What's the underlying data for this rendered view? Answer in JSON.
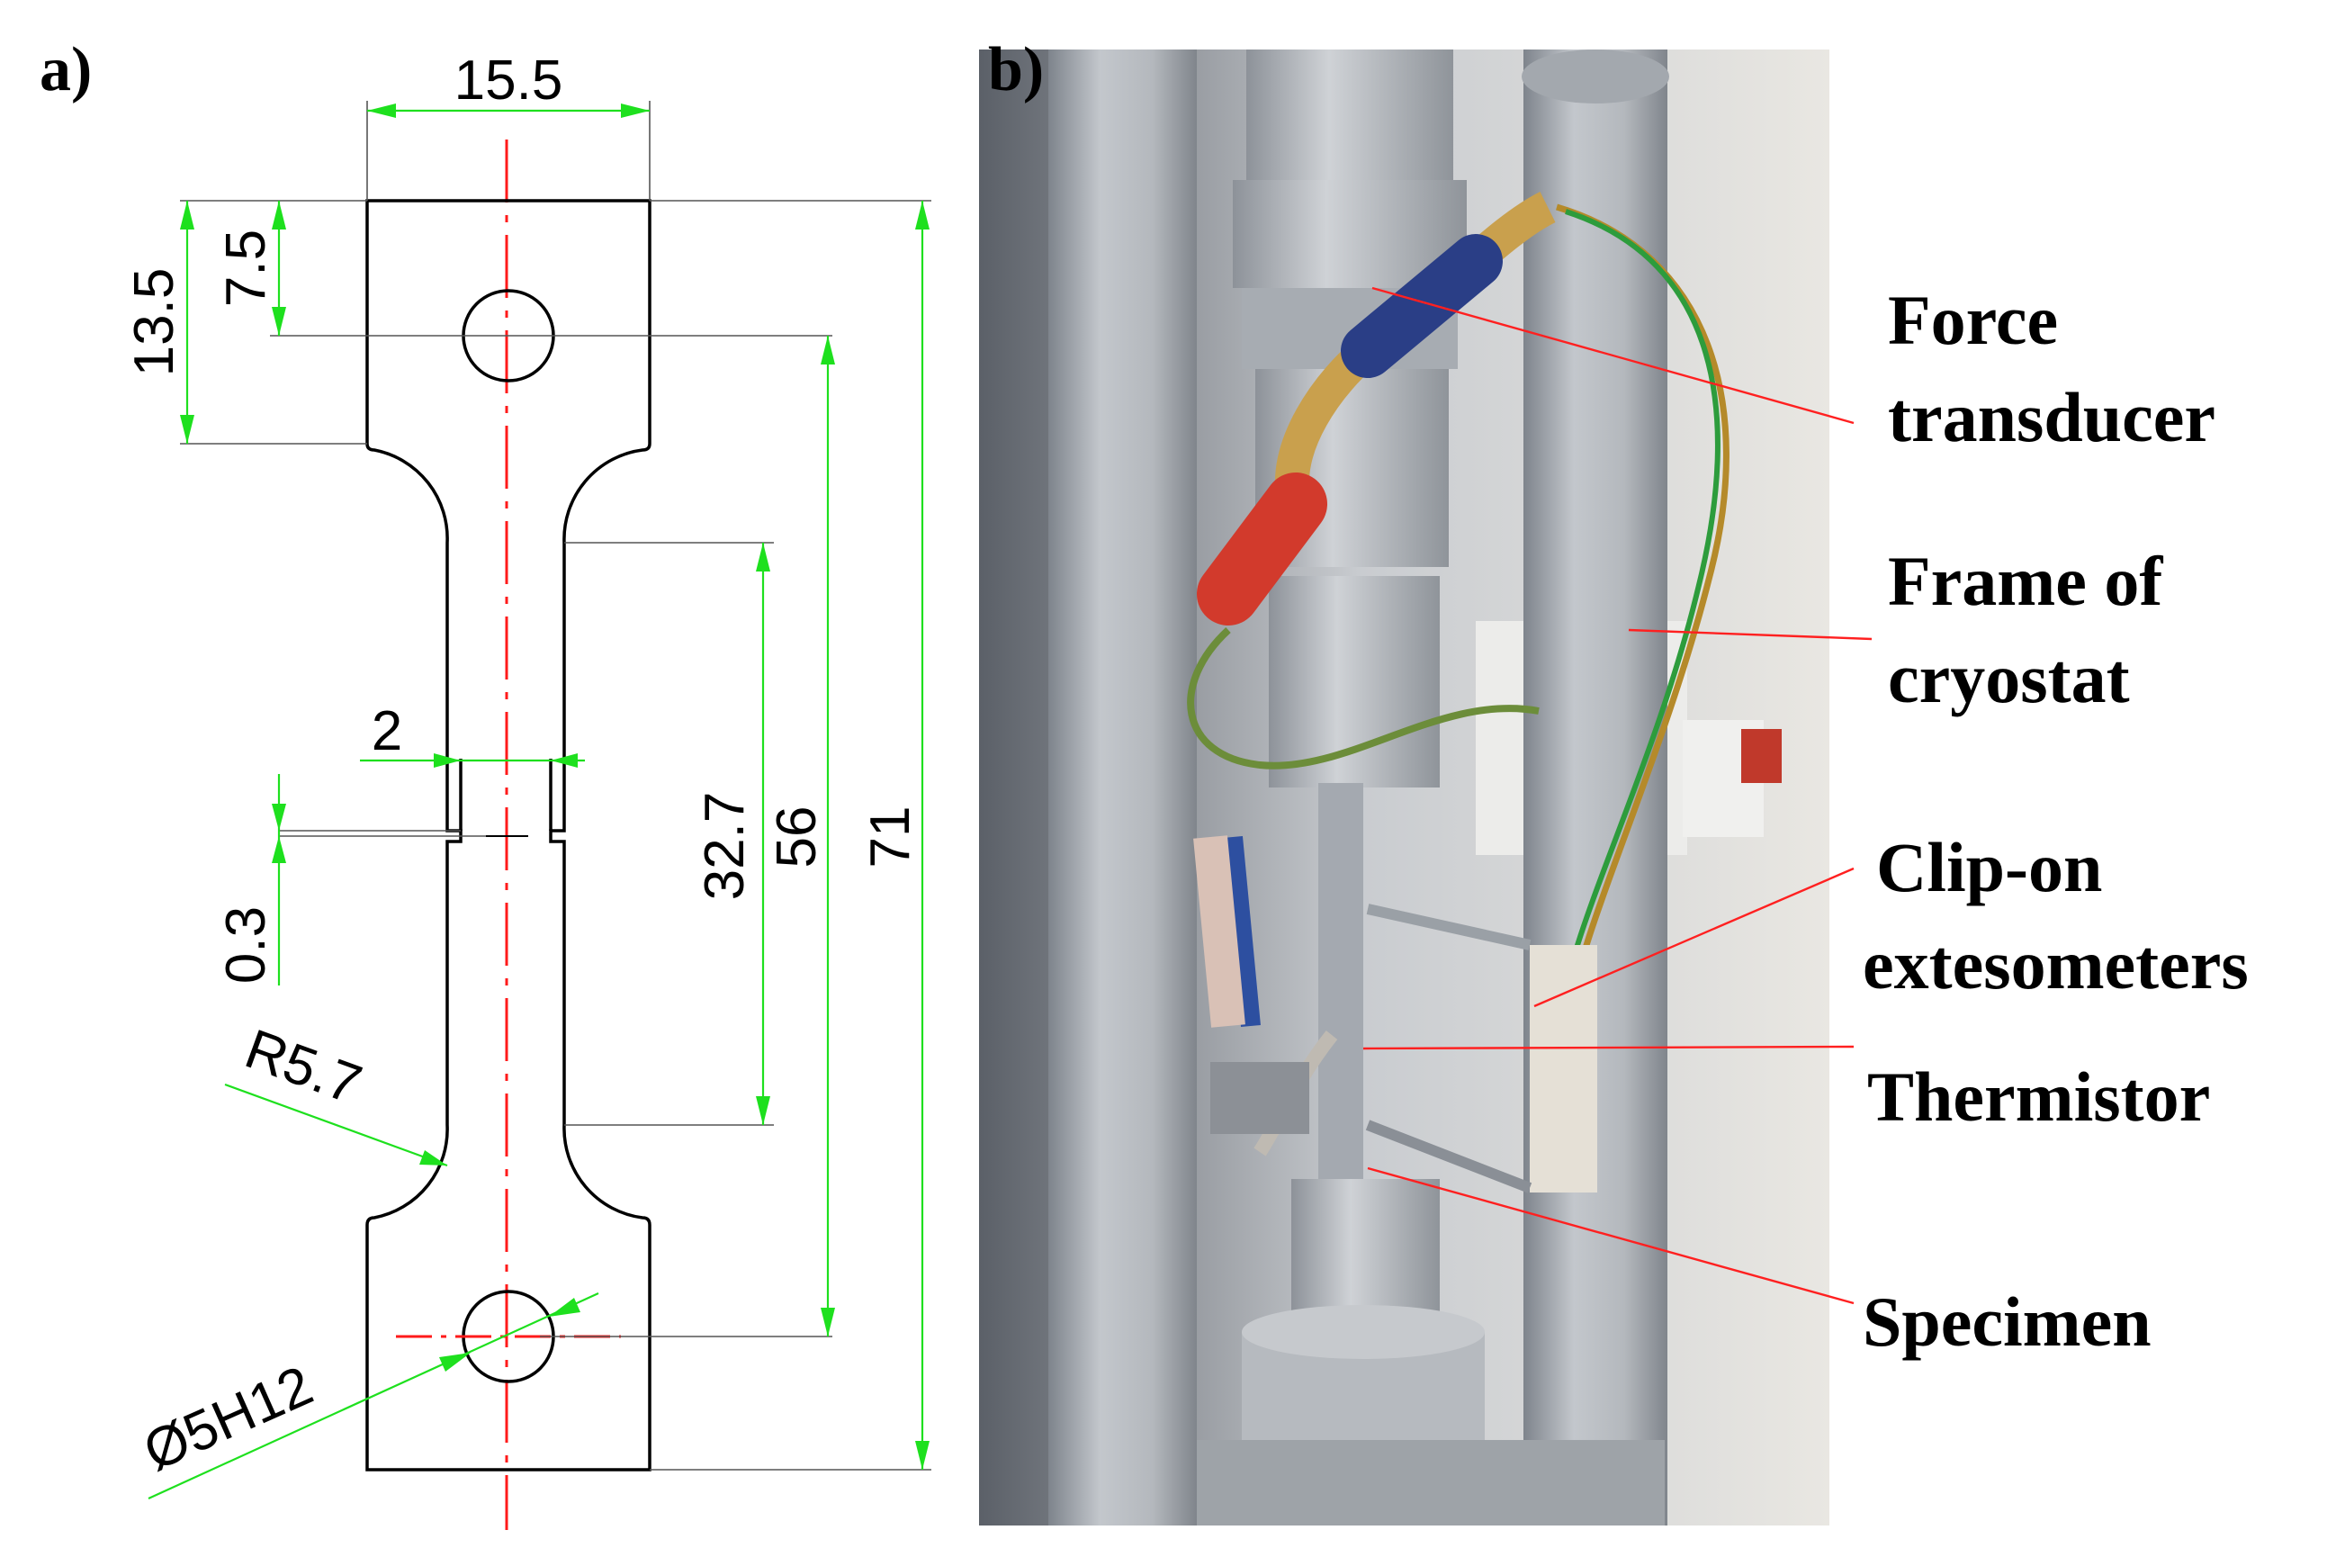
{
  "panel_a": {
    "label": "a)",
    "dimensions": {
      "width_top": "15.5",
      "head_length": "13.5",
      "hole_offset": "7.5",
      "notch_width": "2",
      "notch_depth": "0.3",
      "gauge_length": "32.7",
      "hole_spacing": "56",
      "total_length": "71",
      "fillet_radius": "R5.7",
      "hole_diameter": "Ø5H12"
    }
  },
  "panel_b": {
    "label": "b)",
    "callouts": {
      "force_line1": "Force",
      "force_line2": "transducer",
      "frame_line1": "Frame of",
      "frame_line2": "cryostat",
      "clip_line1": "Clip-on",
      "clip_line2": "extesometers",
      "thermistor": "Thermistor",
      "specimen": "Specimen"
    }
  },
  "colors": {
    "dimension": "#1ee01e",
    "centerline": "#ff1a1a",
    "leader": "#ff2020",
    "outline": "#000000"
  }
}
